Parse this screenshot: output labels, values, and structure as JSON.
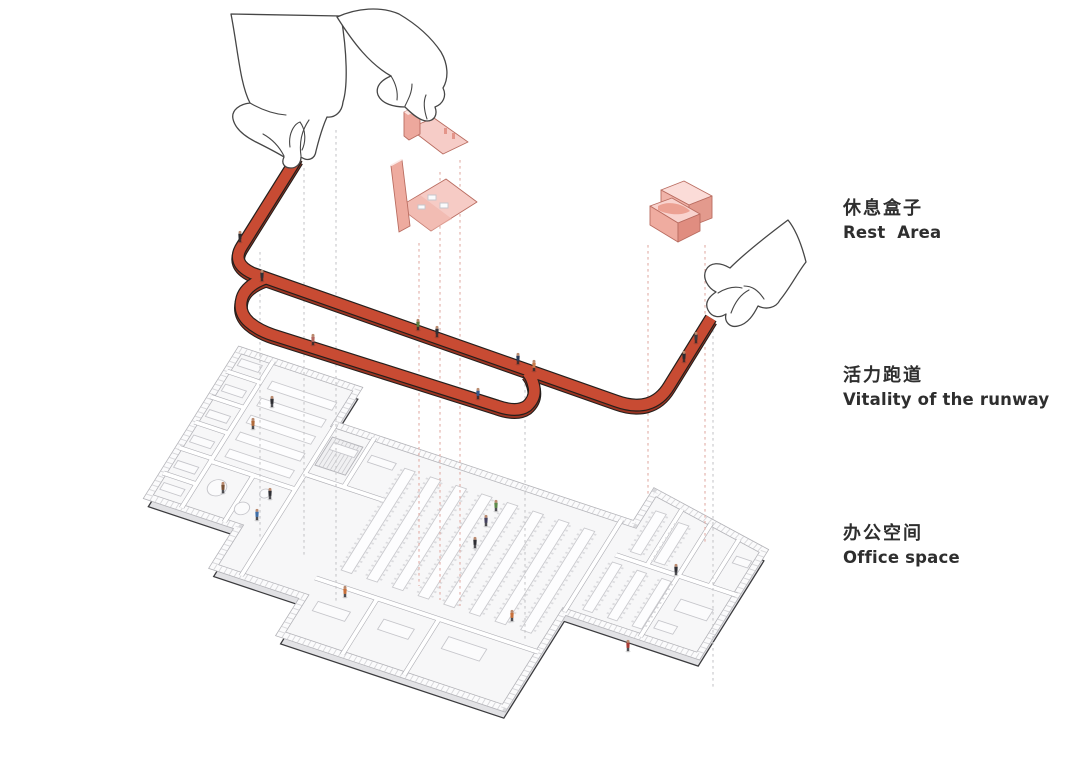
{
  "diagram": {
    "type": "axonometric-exploded-architecture-diagram",
    "background": "#ffffff",
    "layers_top_to_bottom": [
      "rest-area-boxes",
      "vitality-runway-track",
      "office-floor-plan"
    ]
  },
  "labels": {
    "rest": {
      "zh": "休息盒子",
      "en": "Rest  Area"
    },
    "runway": {
      "zh": "活力跑道",
      "en": "Vitality of the runway"
    },
    "office": {
      "zh": "办公空间",
      "en": "Office space"
    }
  },
  "colors": {
    "track_red": "#c84b33",
    "track_red_side": "#9c3422",
    "track_outline": "#241f1c",
    "box_pink_light": "#f6cbc6",
    "box_pink_mid": "#efaca1",
    "box_pink_deep": "#e08d80",
    "box_pink_edge": "#b96c60",
    "plan_floor": "#f7f7f8",
    "plan_slab_side": "#e2e2e5",
    "plan_outline": "#3b3b3e",
    "plan_wall_edge": "#aeaeb4",
    "dash_gray": "#c7c7c9",
    "dash_pink": "#e2ada6",
    "label_text": "#2e2e2e",
    "hand_line": "#464646"
  }
}
